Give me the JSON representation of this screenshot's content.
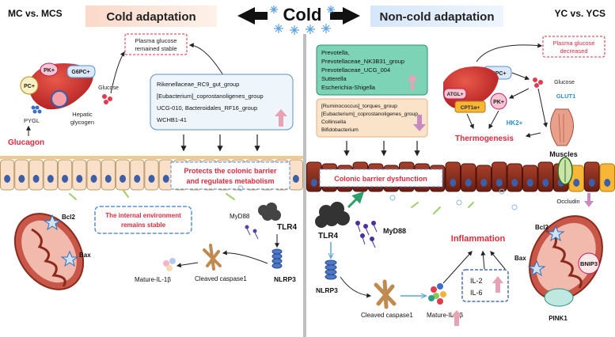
{
  "header": {
    "center_title": "Cold",
    "left_group_label": "MC vs. MCS",
    "left_panel_title": "Cold adaptation",
    "right_panel_title": "Non-cold adaptation",
    "right_group_label": "YC vs. YCS"
  },
  "left": {
    "glucose_stable_box": [
      "Plasma glucose",
      "remained stable"
    ],
    "enzymes": [
      "PK+",
      "G6PC+",
      "PC+"
    ],
    "glucose_label": "Glucose",
    "pygl_label": "PYGL",
    "hepatic_label": [
      "Hepatic",
      "glycogen"
    ],
    "glucagon_label": "Glucagon",
    "bacteria_list": [
      "Rikenellaceae_RC9_gut_group",
      "[Eubacterium]_coprostanoligenes_group",
      "UCG-010, Bacteroidales_RF16_group",
      "WCHB1-41"
    ],
    "barrier_box": [
      "Protects the colonic barrier",
      "and regulates metabolism"
    ],
    "stable_box": [
      "The internal environment",
      "remains stable"
    ],
    "bcl2_label": "Bcl2",
    "bax_label": "Bax",
    "myd88_label": "MyD88",
    "tlr4_label": "TLR4",
    "nlrp3_label": "NLRP3",
    "caspase_label": "Cleaved caspase1",
    "il1b_label": "Mature-IL-1β"
  },
  "right": {
    "bacteria_up_list": [
      "Prevotella,",
      "Prevotellaceae_NK3B31_group",
      "Prevotellaceae_UCG_004",
      "Sutterella",
      "Escherichia-Shigella"
    ],
    "bacteria_down_list": [
      "[Ruminococcus]_torques_group",
      "[Eubacterium]_coprostanoligenes_group",
      "Collinsella",
      "Bifidobacterium"
    ],
    "glucose_decreased_box": [
      "Plasma glucose",
      "decreased"
    ],
    "g6pc_label": "G6PC+",
    "glucose_label": "Glucose",
    "glut1_label": "GLUT1",
    "atgl_label": "ATGL+",
    "cpt1a_label": "CPT1α+",
    "pk_label": "PK+",
    "hk2_label": "HK2+",
    "thermogenesis_label": "Thermogenesis",
    "muscles_label": "Muscles",
    "barrier_dysfunction_label": "Colonic barrier dysfunction",
    "occludin_label": "Occludin",
    "tlr4_label": "TLR4",
    "myd88_label": "MyD88",
    "nlrp3_label": "NLRP3",
    "caspase_label": "Cleaved caspase1",
    "il1b_label": "Mature-IL-1β",
    "inflammation_label": "Inflammation",
    "il2_label": "IL-2",
    "il6_label": "IL-6",
    "bcl2_label": "Bcl2",
    "bax_label": "Bax",
    "bnip3_label": "BNIP3",
    "pink1_label": "PINK1"
  },
  "colors": {
    "red_label": "#e8283c",
    "blue_label": "#2e8fd6",
    "up_arrow": "#e8a2b6",
    "down_arrow": "#c78bc2",
    "box_border_blue": "#5b8fd9",
    "right_up_box_fill": "#7dd3b6",
    "right_down_box_fill": "#fbe3c9",
    "cell_healthy": "#fbe0c9",
    "cell_damaged": "#8a2a1c",
    "cell_yellow": "#f7b636"
  },
  "icons": [
    "snowflake-icon",
    "liver-icon",
    "mitochondrion-icon",
    "muscle-icon",
    "up-arrow-icon",
    "down-arrow-icon"
  ]
}
